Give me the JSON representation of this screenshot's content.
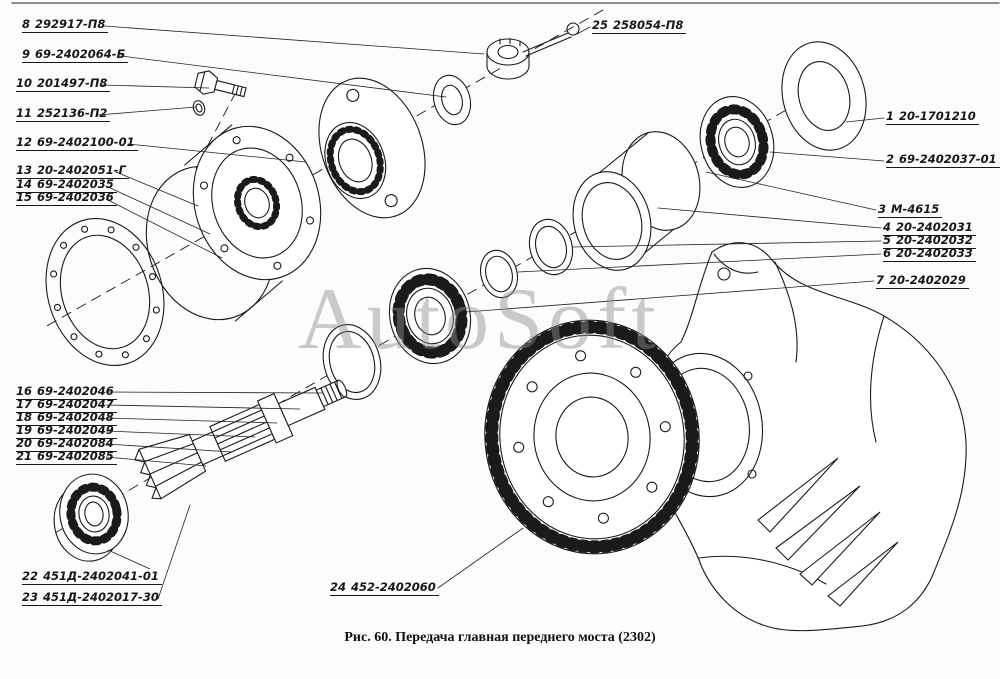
{
  "figure": {
    "caption": "Рис. 60. Передача главная переднего моста (2302)",
    "watermark": "AutoSoft",
    "ink_color": "#1a1a1a",
    "watermark_color": "#8d8d8d"
  },
  "parts": [
    {
      "num": "1",
      "code": "20-1701210"
    },
    {
      "num": "2",
      "code": "69-2402037-01"
    },
    {
      "num": "3",
      "code": "М-4615"
    },
    {
      "num": "4",
      "code": "20-2402031"
    },
    {
      "num": "5",
      "code": "20-2402032"
    },
    {
      "num": "6",
      "code": "20-2402033"
    },
    {
      "num": "7",
      "code": "20-2402029"
    },
    {
      "num": "8",
      "code": "292917-П8"
    },
    {
      "num": "9",
      "code": "69-2402064-Б"
    },
    {
      "num": "10",
      "code": "201497-П8"
    },
    {
      "num": "11",
      "code": "252136-П2"
    },
    {
      "num": "12",
      "code": "69-2402100-01"
    },
    {
      "num": "13",
      "code": "20-2402051-Г"
    },
    {
      "num": "14",
      "code": "69-2402035"
    },
    {
      "num": "15",
      "code": "69-2402036"
    },
    {
      "num": "16",
      "code": "69-2402046"
    },
    {
      "num": "17",
      "code": "69-2402047"
    },
    {
      "num": "18",
      "code": "69-2402048"
    },
    {
      "num": "19",
      "code": "69-2402049"
    },
    {
      "num": "20",
      "code": "69-2402084"
    },
    {
      "num": "21",
      "code": "69-2402085"
    },
    {
      "num": "22",
      "code": "451Д-2402041-01"
    },
    {
      "num": "23",
      "code": "451Д-2402017-30"
    },
    {
      "num": "24",
      "code": "452-2402060"
    },
    {
      "num": "25",
      "code": "258054-П8"
    }
  ]
}
